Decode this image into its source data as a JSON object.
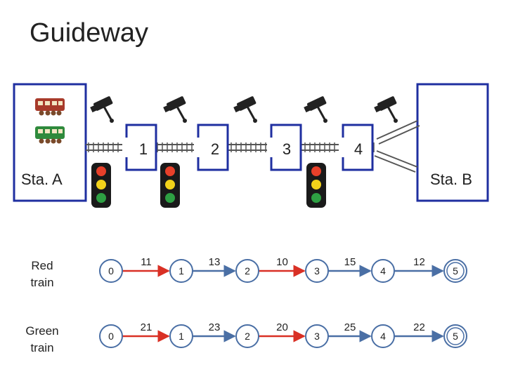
{
  "title": "Guideway",
  "stations": {
    "a": "Sta. A",
    "b": "Sta. B"
  },
  "blocks": [
    "1",
    "2",
    "3",
    "4"
  ],
  "signals": {
    "count": 3,
    "lamp_colors": [
      "#e8402a",
      "#f2d21a",
      "#2ea043"
    ]
  },
  "icons": {
    "train_red": "passenger-car-icon",
    "train_green": "passenger-car-icon",
    "camera": "security-camera-icon"
  },
  "colors": {
    "station_border": "#1f2fa0",
    "node_border": "#4a6fa5",
    "edge_occupied": "#d93025",
    "edge_free": "#4a6fa5",
    "train_red": "#a83a2a",
    "train_green": "#2f8a3c"
  },
  "schedule": {
    "rows": [
      {
        "label": [
          "Red",
          "train"
        ],
        "nodes": [
          "0",
          "1",
          "2",
          "3",
          "4",
          "5"
        ],
        "edges": [
          "11",
          "13",
          "10",
          "15",
          "12"
        ]
      },
      {
        "label": [
          "Green",
          "train"
        ],
        "nodes": [
          "0",
          "1",
          "2",
          "3",
          "4",
          "5"
        ],
        "edges": [
          "21",
          "23",
          "20",
          "25",
          "22"
        ]
      }
    ],
    "edge_colors": [
      "red",
      "blue",
      "red",
      "blue",
      "blue"
    ],
    "final_node_double": true
  }
}
